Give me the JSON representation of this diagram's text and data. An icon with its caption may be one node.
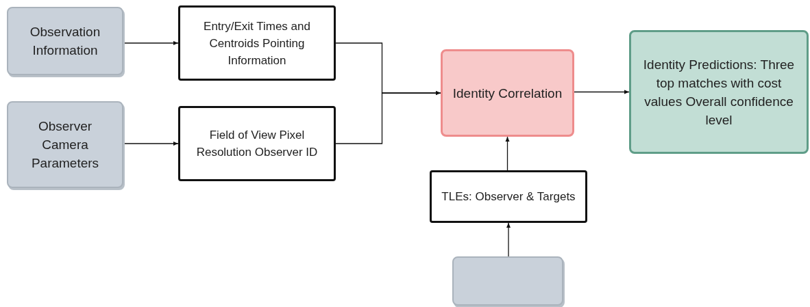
{
  "diagram": {
    "nodes": [
      {
        "text": [
          "Observation Information"
        ]
      },
      {
        "text": [
          "Observer Camera Parameters"
        ]
      },
      {
        "text": [
          "Entry/Exit Times and Centroids Pointing Information"
        ]
      },
      {
        "text": [
          "Field of View Pixel Resolution Observer ID"
        ]
      },
      {
        "text": [
          "Identity Correlation"
        ]
      },
      {
        "text": [
          "Identity Predictions: Three top matches with cost values Overall confidence level"
        ]
      },
      {
        "text": [
          "TLEs: Observer & Targets"
        ]
      },
      {
        "text": [],
        "shape": "box"
      }
    ],
    "edges": [
      {
        "from": 0,
        "to": 2,
        "arrow": "to"
      },
      {
        "from": 1,
        "to": 3,
        "arrow": "to"
      },
      {
        "from": 2,
        "to": 4,
        "arrow": "to"
      },
      {
        "from": 3,
        "to": 4,
        "arrow": "to"
      },
      {
        "from": 4,
        "to": 5,
        "arrow": "to"
      },
      {
        "from": 6,
        "to": 4,
        "arrow": "to"
      },
      {
        "from": 7,
        "to": 6,
        "arrow": "to"
      }
    ]
  }
}
